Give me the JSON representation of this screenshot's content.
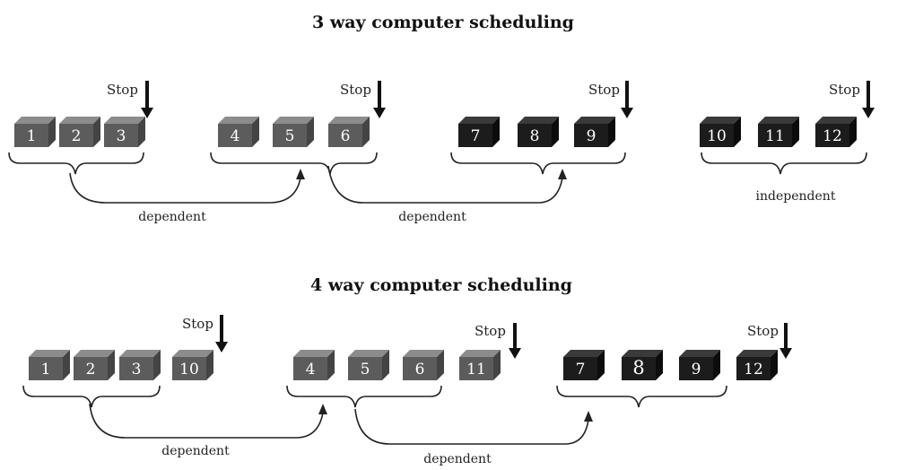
{
  "title": "",
  "colors": {
    "background": "#ffffff",
    "gray_front": "#5c5c5c",
    "gray_top": "#8c8c8c",
    "gray_side": "#444444",
    "dark_front": "#1c1c1c",
    "dark_top": "#3a3a3a",
    "dark_side": "#0c0c0c",
    "stroke": "#222222"
  },
  "icons": {
    "block": "3d-cube-block",
    "stop_marker": "arrow-down-icon"
  },
  "sections": [
    {
      "heading": "3 way computer scheduling",
      "stop_label": "Stop",
      "groups": [
        {
          "blocks": [
            "1",
            "2",
            "3"
          ],
          "shade": "gray"
        },
        {
          "blocks": [
            "4",
            "5",
            "6"
          ],
          "shade": "gray"
        },
        {
          "blocks": [
            "7",
            "8",
            "9"
          ],
          "shade": "dark"
        },
        {
          "blocks": [
            "10",
            "11",
            "12"
          ],
          "shade": "dark"
        }
      ],
      "relations": [
        {
          "label": "dependent"
        },
        {
          "label": "dependent"
        },
        {
          "label": "independent"
        }
      ]
    },
    {
      "heading": "4 way computer scheduling",
      "stop_label": "Stop",
      "groups": [
        {
          "blocks": [
            "1",
            "2",
            "3",
            "10"
          ],
          "shade": "gray"
        },
        {
          "blocks": [
            "4",
            "5",
            "6",
            "11"
          ],
          "shade": "gray"
        },
        {
          "blocks": [
            "7",
            "8",
            "9",
            "12"
          ],
          "shade": "dark"
        }
      ],
      "relations": [
        {
          "label": "dependent"
        },
        {
          "label": "dependent"
        }
      ]
    }
  ]
}
